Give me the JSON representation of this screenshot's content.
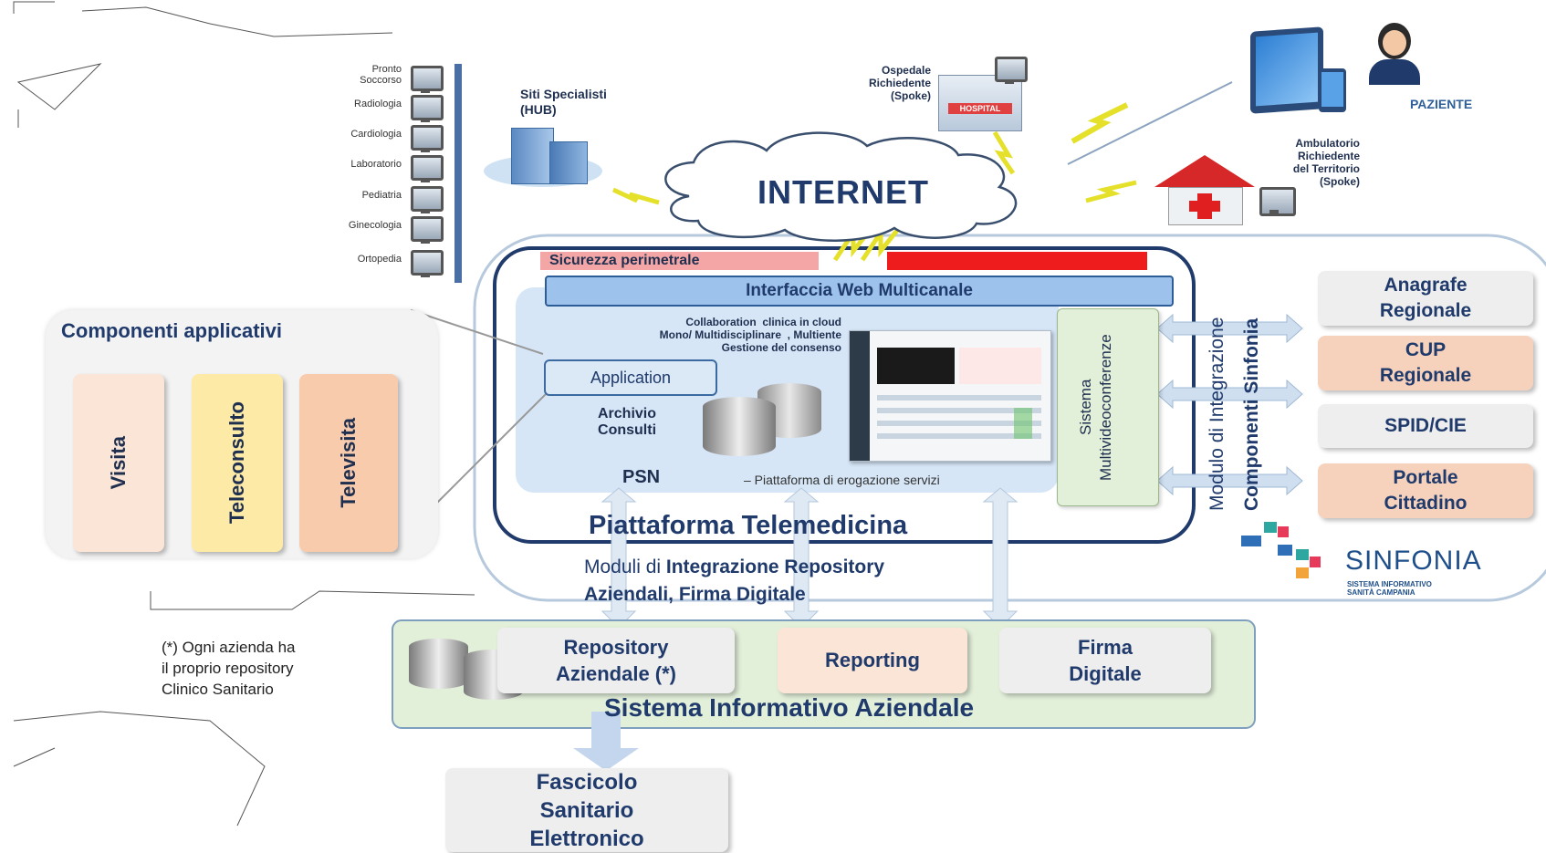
{
  "departments": [
    {
      "label": "Pronto\nSoccorso"
    },
    {
      "label": "Radiologia"
    },
    {
      "label": "Cardiologia"
    },
    {
      "label": "Laboratorio"
    },
    {
      "label": "Pediatria"
    },
    {
      "label": "Ginecologia"
    },
    {
      "label": "Ortopedia"
    }
  ],
  "hub_label": "Siti Specialisti\n(HUB)",
  "hospital_label": "Ospedale\nRichiedente\n(Spoke)",
  "hospital_sign": "HOSPITAL",
  "patient_label": "PAZIENTE",
  "ambulatorio_label": "Ambulatorio\nRichiedente\ndel Territorio\n(Spoke)",
  "internet_label": "INTERNET",
  "security_label": "Sicurezza perimetrale",
  "web_interface_label": "Interfaccia Web Multicanale",
  "collab_text": "Collaboration  clinica in cloud\nMono/ Multidisciplinare  , Multiente\nGestione del consenso",
  "application_label": "Application",
  "archivio_label": "Archivio\nConsulti",
  "psn_label": "PSN",
  "psn_desc": "– Piattaforma di erogazione servizi",
  "multivideo_label": "Sistema\nMultivideoconferenze",
  "integration_module_label_1": "Modulo di Integrazione",
  "integration_module_label_2": "Componenti Sinfonia",
  "regional_services": [
    {
      "label": "Anagrafe\nRegionale",
      "color": "#eeeeee"
    },
    {
      "label": "CUP\nRegionale",
      "color": "#f6d2bd"
    },
    {
      "label": "SPID/CIE",
      "color": "#eeeeee"
    },
    {
      "label": "Portale\nCittadino",
      "color": "#f6d2bd"
    }
  ],
  "sinfonia_name": "SINFONIA",
  "sinfonia_sub": "SISTEMA INFORMATIVO\nSANITÀ CAMPANIA",
  "platform_title": "Piattaforma Telemedicina",
  "modules_text_1": "Moduli di ",
  "modules_text_1b": "Integrazione Repository",
  "modules_text_2": "Aziendali, Firma Digitale",
  "components_title": "Componenti applicativi",
  "components": [
    {
      "label": "Visita",
      "color": "#fbe5d6"
    },
    {
      "label": "Teleconsulto",
      "color": "#fdeaa7"
    },
    {
      "label": "Televisita",
      "color": "#f8cbad"
    }
  ],
  "footnote": "(*) Ogni azienda ha\nil proprio repository\nClinico Sanitario",
  "company_modules": [
    {
      "label": "Repository\nAziendale (*)",
      "color": "#eeeeee"
    },
    {
      "label": "Reporting",
      "color": "#fbe5d6"
    },
    {
      "label": "Firma\nDigitale",
      "color": "#eeeeee"
    }
  ],
  "company_system_label": "Sistema Informativo Aziendale",
  "fse_label": "Fascicolo\nSanitario\nElettronico"
}
